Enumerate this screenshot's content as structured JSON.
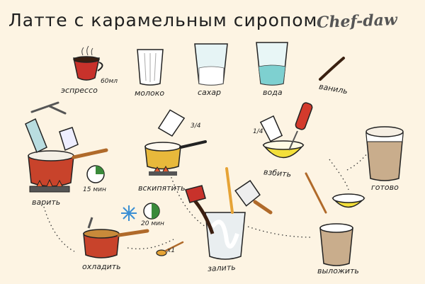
{
  "title": "Латте с карамельным сиропом",
  "brand": "Chef-daw",
  "ingredients": {
    "espresso": "эспрессо",
    "espresso_amount": "60мл",
    "milk": "молоко",
    "sugar": "сахар",
    "water": "вода",
    "vanilla": "ваниль"
  },
  "steps": {
    "cook": "варить",
    "cook_time": "15 мин",
    "boil": "вскипятить",
    "boil_fraction": "3/4",
    "whisk": "взбить",
    "whisk_fraction": "1/4",
    "done": "готово",
    "cool": "охладить",
    "cool_time": "20 мин",
    "spoon_count": "x1",
    "pour": "залить",
    "spoon_out": "выложить"
  }
}
